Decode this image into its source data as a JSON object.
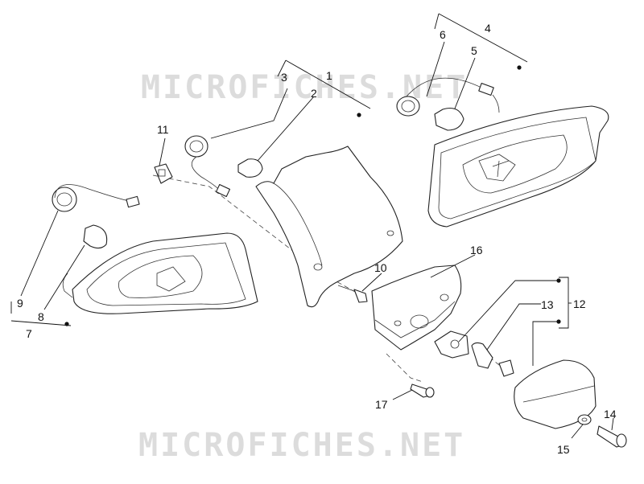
{
  "watermark": "MICROFICHES.NET",
  "callouts": [
    "1",
    "2",
    "3",
    "4",
    "5",
    "6",
    "7",
    "8",
    "9",
    "10",
    "11",
    "12",
    "13",
    "14",
    "15",
    "16",
    "17"
  ]
}
